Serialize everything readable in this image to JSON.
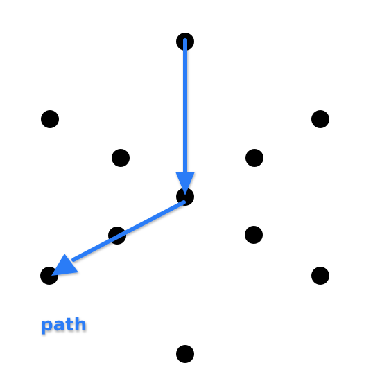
{
  "label": {
    "text": "path"
  },
  "colors": {
    "background": "#ffffff",
    "dot": "#000000",
    "arrow": "#2a7cf7",
    "label": "#2a7cf7"
  },
  "icons": {
    "node": "filled-circle",
    "arrow": "arrow"
  }
}
